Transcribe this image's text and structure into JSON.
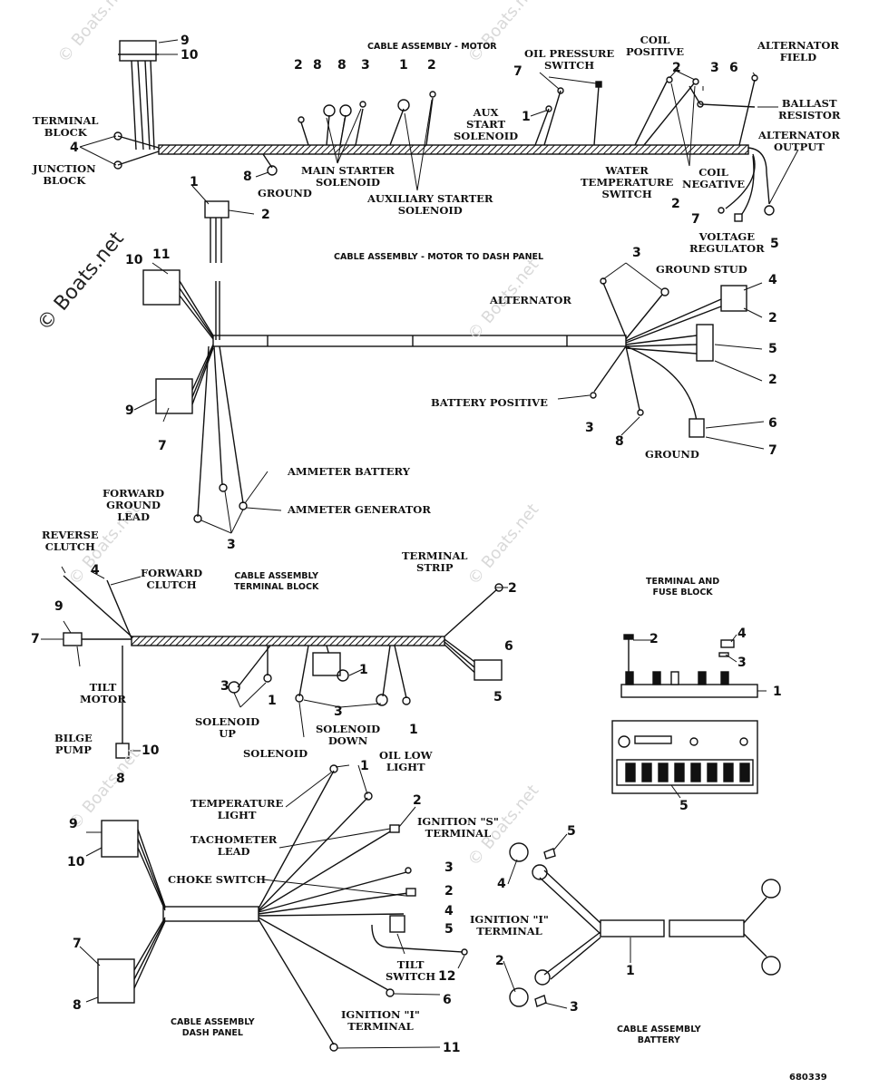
{
  "watermark": "© Boats.net",
  "figure_code": "680339",
  "assemblies": {
    "motor": {
      "title": "CABLE ASSEMBLY - MOTOR"
    },
    "motor_to_dash": {
      "title": "CABLE ASSEMBLY - MOTOR TO DASH PANEL"
    },
    "terminal_block": {
      "title": "CABLE ASSEMBLY\nTERMINAL BLOCK"
    },
    "terminal_fuse": {
      "title": "TERMINAL AND\nFUSE BLOCK"
    },
    "dash_panel": {
      "title": "CABLE ASSEMBLY\nDASH PANEL"
    },
    "battery": {
      "title": "CABLE ASSEMBLY\nBATTERY"
    }
  },
  "labels": {
    "terminal_block": "TERMINAL\nBLOCK",
    "junction_block": "JUNCTION\nBLOCK",
    "ground": "GROUND",
    "main_starter": "MAIN STARTER\nSOLENOID",
    "aux_starter": "AUXILIARY STARTER\nSOLENOID",
    "aux_start": "AUX\nSTART\nSOLENOID",
    "oil_pressure": "OIL PRESSURE\nSWITCH",
    "water_temp": "WATER\nTEMPERATURE\nSWITCH",
    "coil_positive": "COIL\nPOSITIVE",
    "coil_negative": "COIL\nNEGATIVE",
    "alt_field": "ALTERNATOR\nFIELD",
    "ballast": "BALLAST\nRESISTOR",
    "alt_output": "ALTERNATOR\nOUTPUT",
    "voltage_reg": "VOLTAGE\nREGULATOR",
    "alternator": "ALTERNATOR",
    "ground_stud": "GROUND STUD",
    "battery_positive": "BATTERY POSITIVE",
    "ground2": "GROUND",
    "ammeter_battery": "AMMETER BATTERY",
    "ammeter_generator": "AMMETER GENERATOR",
    "forward_ground": "FORWARD\nGROUND\nLEAD",
    "reverse_clutch": "REVERSE\nCLUTCH",
    "forward_clutch": "FORWARD\nCLUTCH",
    "terminal_strip": "TERMINAL\nSTRIP",
    "tilt_motor": "TILT\nMOTOR",
    "bilge_pump": "BILGE\nPUMP",
    "solenoid_up": "SOLENOID\nUP",
    "solenoid": "SOLENOID",
    "solenoid_down": "SOLENOID\nDOWN",
    "oil_low": "OIL LOW\nLIGHT",
    "temp_light": "TEMPERATURE\nLIGHT",
    "tach_lead": "TACHOMETER\nLEAD",
    "choke_switch": "CHOKE SWITCH",
    "ign_s": "IGNITION \"S\"\nTERMINAL",
    "ign_i_right": "IGNITION \"I\"\nTERMINAL",
    "tilt_switch": "TILT\nSWITCH",
    "ign_i_bottom": "IGNITION \"I\"\nTERMINAL"
  },
  "callouts": [
    "1",
    "2",
    "3",
    "4",
    "5",
    "6",
    "7",
    "8",
    "9",
    "10",
    "11",
    "12"
  ]
}
